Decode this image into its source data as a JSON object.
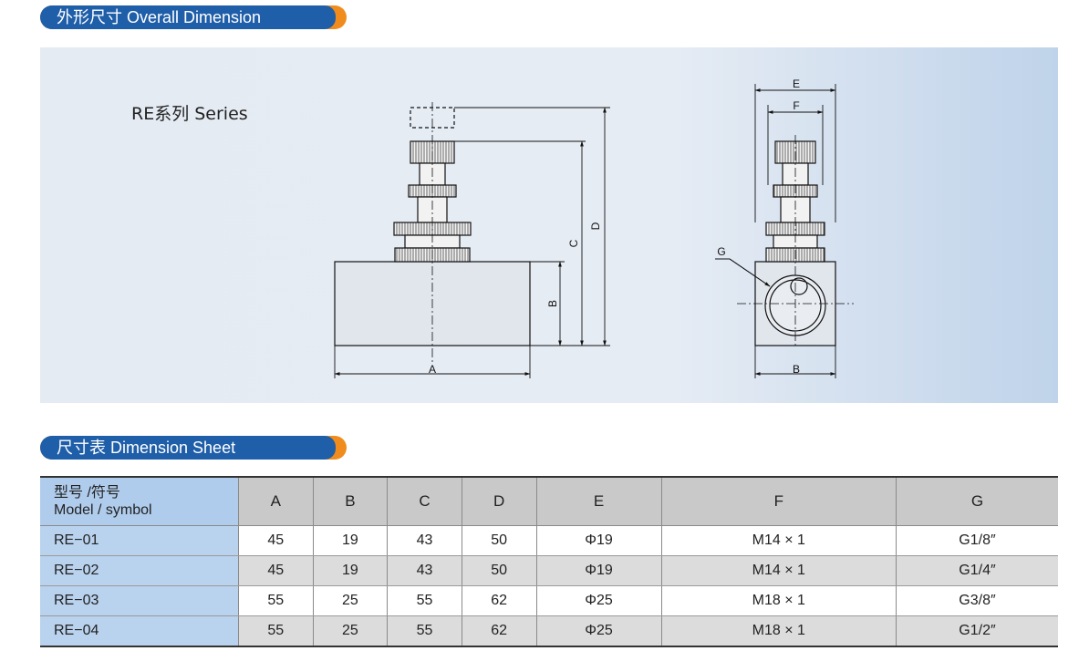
{
  "section_overall": {
    "title": "外形尺寸 Overall Dimension"
  },
  "section_sheet": {
    "title": "尺寸表 Dimension Sheet"
  },
  "drawing": {
    "series_label": "RE系列 Series",
    "dim_labels": {
      "a": "A",
      "b": "B",
      "c": "C",
      "d": "D",
      "e": "E",
      "f": "F",
      "g": "G",
      "b_side": "B"
    }
  },
  "table": {
    "header": {
      "model_line1": "型号 /符号",
      "model_line2": "Model / symbol",
      "cols": [
        "A",
        "B",
        "C",
        "D",
        "E",
        "F",
        "G"
      ]
    },
    "rows": [
      {
        "model": "RE−01",
        "cells": [
          "45",
          "19",
          "43",
          "50",
          "Φ19",
          "M14 × 1",
          "G1/8″"
        ]
      },
      {
        "model": "RE−02",
        "cells": [
          "45",
          "19",
          "43",
          "50",
          "Φ19",
          "M14 × 1",
          "G1/4″"
        ]
      },
      {
        "model": "RE−03",
        "cells": [
          "55",
          "25",
          "55",
          "62",
          "Φ25",
          "M18 × 1",
          "G3/8″"
        ]
      },
      {
        "model": "RE−04",
        "cells": [
          "55",
          "25",
          "55",
          "62",
          "Φ25",
          "M18 × 1",
          "G1/2″"
        ]
      }
    ]
  },
  "colors": {
    "pill_blue": "#1f5ea8",
    "pill_orange": "#f08c1e",
    "model_column": "#b9d2ee",
    "header_grey": "#c9c9c9"
  }
}
